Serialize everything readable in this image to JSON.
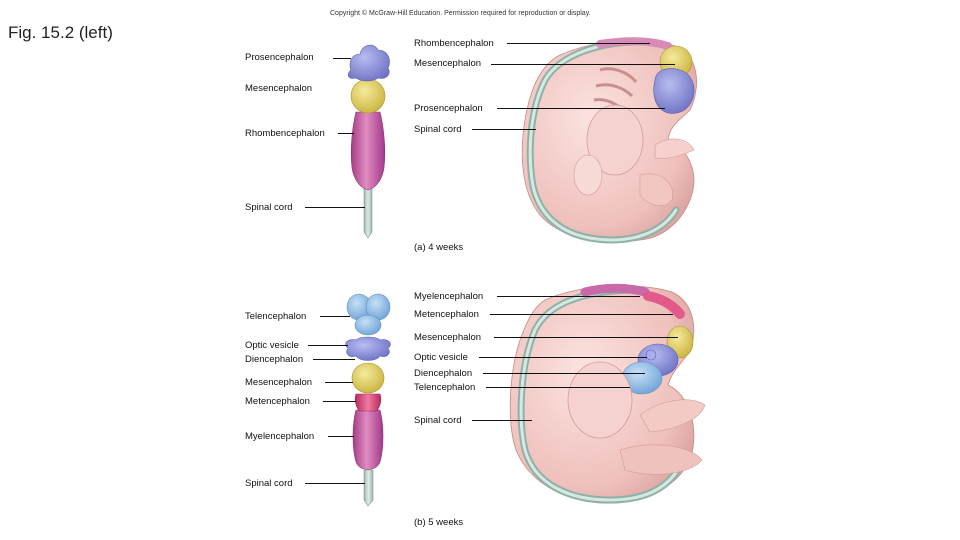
{
  "header": {
    "copyright": "Copyright © McGraw-Hill Education. Permission required for reproduction or display.",
    "figure_title": "Fig. 15.2 (left)"
  },
  "panel_a": {
    "caption": "(a) 4 weeks",
    "left_labels": {
      "prosencephalon": "Prosencephalon",
      "mesencephalon": "Mesencephalon",
      "rhombencephalon": "Rhombencephalon",
      "spinal_cord": "Spinal cord"
    },
    "right_labels": {
      "rhombencephalon": "Rhombencephalon",
      "mesencephalon": "Mesencephalon",
      "prosencephalon": "Prosencephalon",
      "spinal_cord": "Spinal cord"
    }
  },
  "panel_b": {
    "caption": "(b) 5 weeks",
    "left_labels": {
      "telencephalon": "Telencephalon",
      "optic_vesicle": "Optic vesicle",
      "diencephalon": "Diencephalon",
      "mesencephalon": "Mesencephalon",
      "metencephalon": "Metencephalon",
      "myelencephalon": "Myelencephalon",
      "spinal_cord": "Spinal cord"
    },
    "right_labels": {
      "myelencephalon": "Myelencephalon",
      "metencephalon": "Metencephalon",
      "mesencephalon": "Mesencephalon",
      "optic_vesicle": "Optic vesicle",
      "diencephalon": "Diencephalon",
      "telencephalon": "Telencephalon",
      "spinal_cord": "Spinal cord"
    }
  },
  "colors": {
    "prosencephalon": "#8a8fd6",
    "telencephalon": "#8fbfe8",
    "diencephalon": "#8c8fd8",
    "mesencephalon": "#e7d56a",
    "rhombencephalon": "#c85a9a",
    "metencephalon": "#d8457a",
    "myelencephalon": "#c25aa0",
    "spinal_cord": "#b9d0c8",
    "embryo_skin": "#f2c9c6",
    "embryo_shadow": "#d9a3a3"
  }
}
